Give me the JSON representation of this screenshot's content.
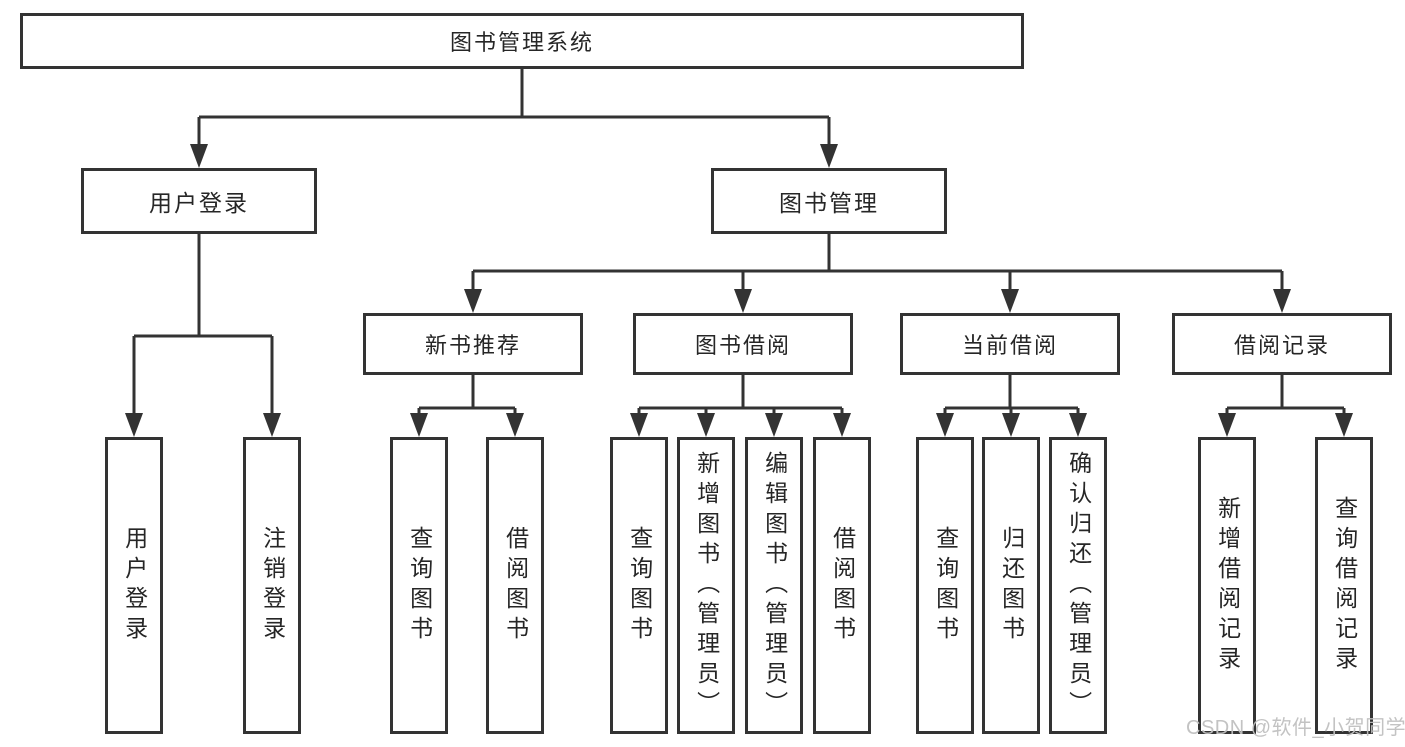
{
  "tree": {
    "label": "图书管理系统",
    "children": [
      {
        "label": "用户登录",
        "children": [
          {
            "label": "用户登录"
          },
          {
            "label": "注销登录"
          }
        ]
      },
      {
        "label": "图书管理",
        "children": [
          {
            "label": "新书推荐",
            "children": [
              {
                "label": "查询图书"
              },
              {
                "label": "借阅图书"
              }
            ]
          },
          {
            "label": "图书借阅",
            "children": [
              {
                "label": "查询图书"
              },
              {
                "label": "新增图书（管理员）"
              },
              {
                "label": "编辑图书（管理员）"
              },
              {
                "label": "借阅图书"
              }
            ]
          },
          {
            "label": "当前借阅",
            "children": [
              {
                "label": "查询图书"
              },
              {
                "label": "归还图书"
              },
              {
                "label": "确认归还（管理员）"
              }
            ]
          },
          {
            "label": "借阅记录",
            "children": [
              {
                "label": "新增借阅记录"
              },
              {
                "label": "查询借阅记录"
              }
            ]
          }
        ]
      }
    ]
  },
  "watermark": {
    "text": "CSDN @软件_小贺同学"
  },
  "colors": {
    "line": "#333333",
    "box_border": "#333333",
    "box_fill": "#ffffff",
    "text": "#262626",
    "watermark": "#c0c0c0",
    "background": "#ffffff"
  }
}
